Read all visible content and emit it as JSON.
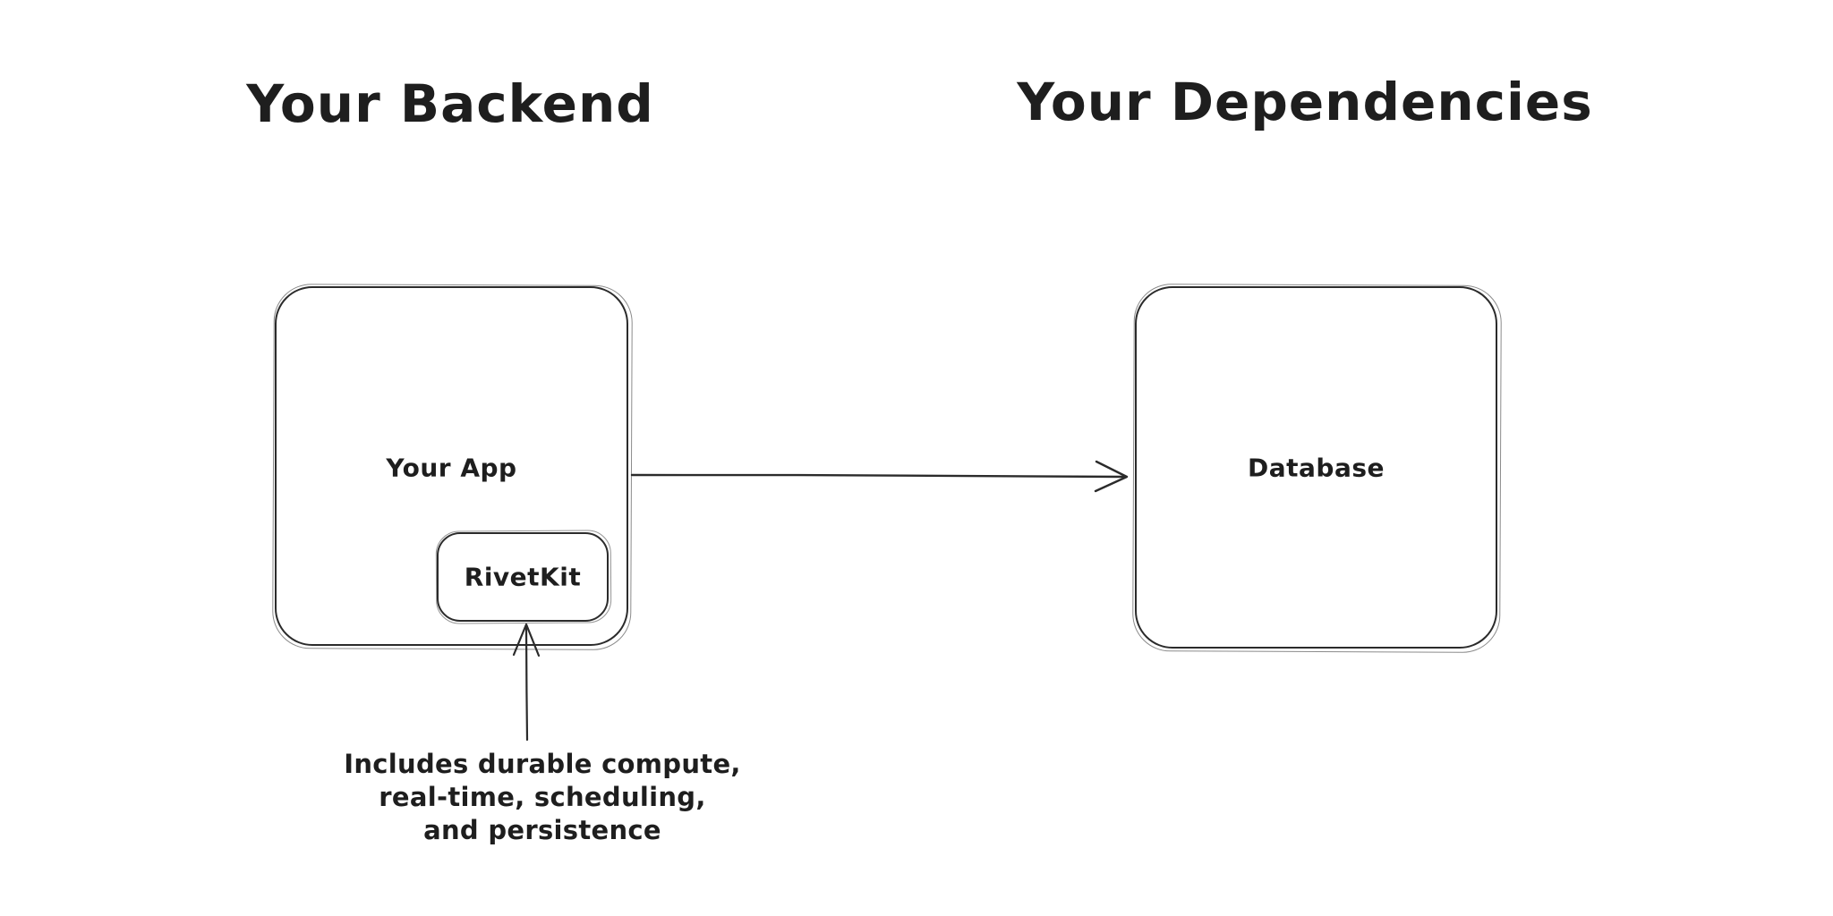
{
  "titles": {
    "left": "Your Backend",
    "right": "Your Dependencies"
  },
  "nodes": {
    "your_app": {
      "label": "Your App"
    },
    "rivetkit": {
      "label": "RivetKit"
    },
    "database": {
      "label": "Database"
    }
  },
  "annotation": {
    "lines": {
      "line1": "Includes durable compute,",
      "line2": "real-time, scheduling,",
      "line3": "and persistence"
    }
  },
  "colors": {
    "stroke": "#2b2b2b",
    "text": "#1e1e1e",
    "background": "#ffffff"
  }
}
